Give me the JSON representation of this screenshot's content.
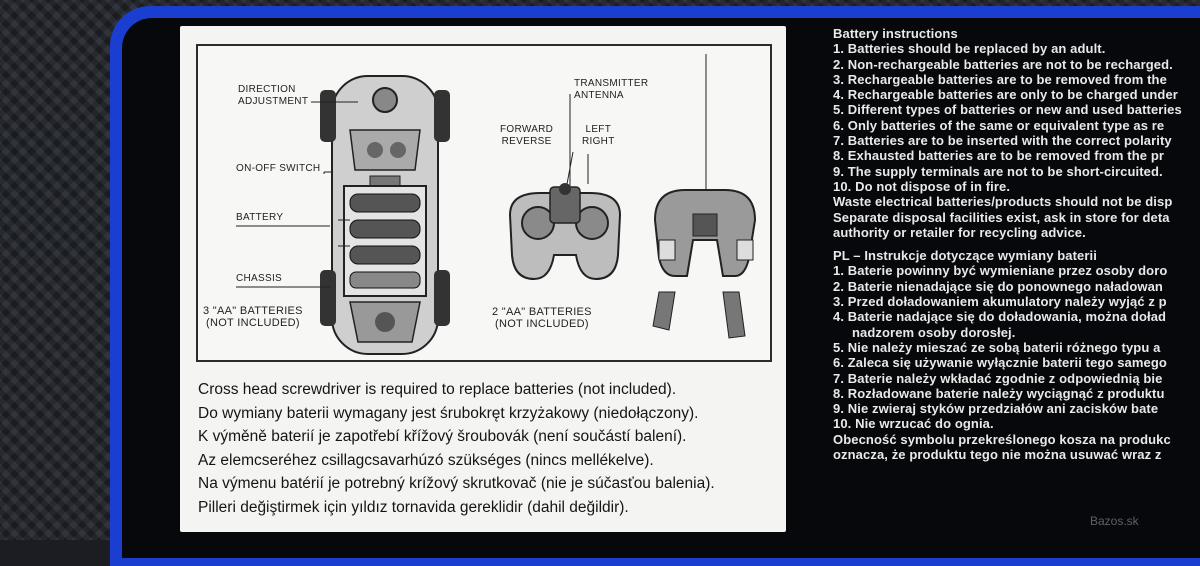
{
  "diagram": {
    "labels": {
      "direction": "DIRECTION\nADJUSTMENT",
      "onoff": "ON-OFF SWITCH",
      "battery": "BATTERY",
      "chassis": "CHASSIS",
      "car_batteries": "3 \"AA\" BATTERIES\n(NOT INCLUDED)",
      "antenna": "TRANSMITTER\nANTENNA",
      "forward": "FORWARD\nREVERSE",
      "leftright": "LEFT\nRIGHT",
      "tx_batteries": "2 \"AA\" BATTERIES\n(NOT INCLUDED)"
    }
  },
  "notes": [
    "Cross head screwdriver is required to replace batteries (not included).",
    "Do wymiany baterii wymagany jest śrubokręt krzyżakowy (niedołączony).",
    "K výměně baterií je zapotřebí křížový šroubovák (není součástí balení).",
    "Az elemcseréhez csillagcsavarhúzó szükséges (nincs mellékelve).",
    "Na výmenu batérií je potrebný krížový skrutkovač (nie je súčasťou balenia).",
    "Pilleri değiştirmek için yıldız tornavida gereklidir (dahil değildir)."
  ],
  "instructions": {
    "heading": "Battery instructions",
    "items": [
      "1. Batteries should be replaced by an adult.",
      "2. Non-rechargeable batteries are not to be recharged.",
      "3. Rechargeable batteries are to be removed from the",
      "4. Rechargeable batteries are only to be charged under",
      "5. Different types of batteries or new and used batteries",
      "6. Only batteries of the same or equivalent type as re",
      "7. Batteries are to be inserted with the correct polarity",
      "8. Exhausted batteries are to be removed from the pr",
      "9. The supply terminals are not to be short-circuited.",
      "10. Do not dispose of in fire."
    ],
    "waste": [
      "Waste electrical batteries/products should not be disp",
      "Separate disposal facilities exist, ask in store for deta",
      "authority or retailer for recycling advice."
    ],
    "pl_heading": "PL – Instrukcje dotyczące wymiany baterii",
    "pl_items": [
      "1. Baterie powinny być wymieniane przez osoby doro",
      "2. Baterie nienadające się do ponownego naładowan",
      "3. Przed doładowaniem akumulatory należy wyjąć z p",
      "4. Baterie nadające się do doładowania, można doład",
      "nadzorem osoby dorosłej.",
      "5. Nie należy mieszać ze sobą baterii różnego typu a",
      "6. Zaleca się używanie wyłącznie baterii tego samego",
      "7. Baterie należy wkładać zgodnie z odpowiednią bie",
      "8. Rozładowane baterie należy wyciągnąć z produktu",
      "9. Nie zwieraj styków przedziałów ani zacisków bate",
      "10. Nie wrzucać do ognia.",
      "Obecność symbolu przekreślonego kosza na produkc",
      "oznacza, że produktu tego nie można usuwać wraz z"
    ]
  },
  "watermark": "Bazos.sk"
}
